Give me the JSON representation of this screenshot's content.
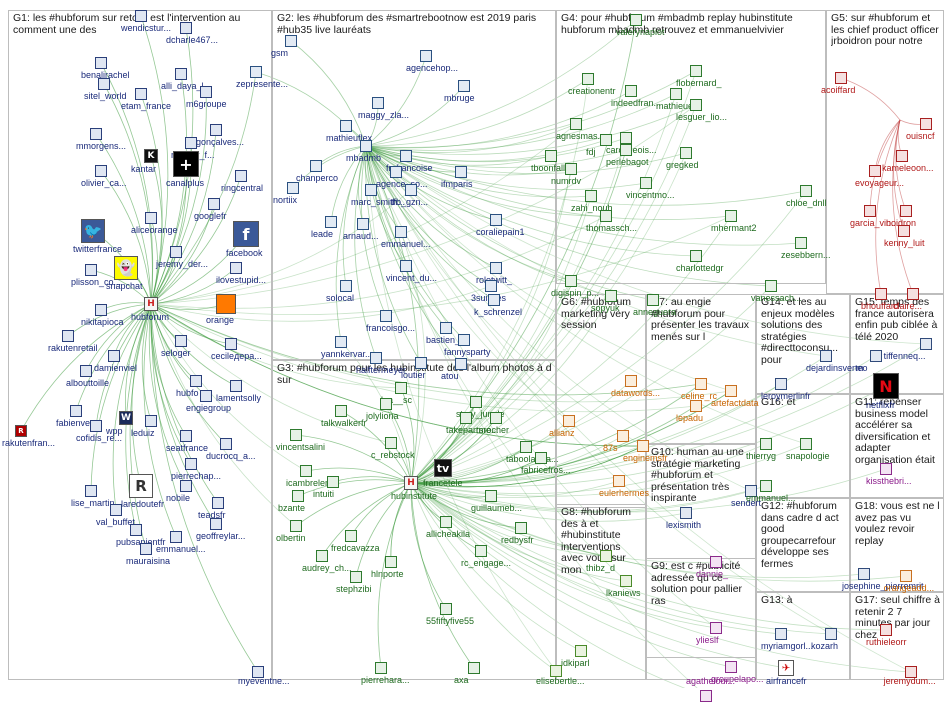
{
  "colors": {
    "edge": "#3e9b3e",
    "edge_red": "#c04040",
    "panel_border": "#bdbdbd",
    "label_navy": "#1a2a7a",
    "label_green": "#1f6b1f",
    "label_orange": "#c86400",
    "label_red": "#b01818",
    "label_purple": "#8a1a8a",
    "label_olive": "#9a8a20"
  },
  "groups": [
    {
      "id": "G1",
      "title": "G1: les #hubforum sur retour est l'intervention au comment une des"
    },
    {
      "id": "G2",
      "title": "G2: les #hubforum des #smartrebootnow est 2019 paris #hub35 live lauréats"
    },
    {
      "id": "G3",
      "title": "G3: #hubforum pour les hubinstitute des l'album photos à d sur"
    },
    {
      "id": "G4",
      "title": "G4: pour #hubforum #mbadmb replay hubinstitute hubforum mbadmb retrouvez et emmanuelvivier"
    },
    {
      "id": "G5",
      "title": "G5: sur #hubforum et les chief product officer jrboidron pour notre"
    },
    {
      "id": "G6",
      "title": "G6: #hubforum marketing very session"
    },
    {
      "id": "G7",
      "title": "G7: au engie #hubforum pour présenter les travaux menés sur l"
    },
    {
      "id": "G8",
      "title": "G8: #hubforum des à et #hubinstitute interventions avec vous sur mon"
    },
    {
      "id": "G9",
      "title": "G9: est c #publicité adressée qu ce solution pour pallier ras"
    },
    {
      "id": "G10",
      "title": "G10: human au une stratégie marketing #hubforum et présentation très inspirante"
    },
    {
      "id": "G11",
      "title": "G11: repenser business model accélérer sa diversification et adapter organisation était"
    },
    {
      "id": "G12",
      "title": "G12: #hubforum dans cadre d act good groupecarrefour développe ses fermes"
    },
    {
      "id": "G13",
      "title": "G13: à"
    },
    {
      "id": "G14",
      "title": "G14: et les au enjeux modèles solutions des stratégies #directtoconsu... pour"
    },
    {
      "id": "G15",
      "title": "G15: temps des france autorisera enfin pub ciblée à télé 2020"
    },
    {
      "id": "G16",
      "title": "G16: et"
    },
    {
      "id": "G17",
      "title": "G17: seul chiffre à retenir 2 7 minutes par jour chez"
    },
    {
      "id": "G18",
      "title": "G18: vous est ne l avez pas vu voulez revoir replay"
    }
  ],
  "nodes": {
    "G1": [
      "wendicstur...",
      "dcharle467...",
      "benalirachel",
      "alli_daya_l",
      "sitel_world",
      "etam_france",
      "m6groupe",
      "mmorgens...",
      "gonçalves...",
      "rombar_f...",
      "kantar",
      "canalplus",
      "olivier_ca...",
      "ringcentral",
      "googlefr",
      "aliceorange",
      "twitterfrance",
      "facebook",
      "jeremy_der...",
      "plisson_co...",
      "snapchat",
      "ilovestupid...",
      "nikitapioca",
      "hubforum",
      "orange",
      "rakutenretail",
      "cecileдepa...",
      "seloger",
      "damienviel",
      "albouttoille",
      "hubfo",
      "lamentsolly",
      "engiegroup",
      "fabienve...",
      "rakutenfran...",
      "cofidis_re...",
      "wpp",
      "leduiz",
      "seatfrance",
      "ducrocq_a...",
      "pierrechap...",
      "lise_martin",
      "laredoutefr",
      "nobile",
      "teadsfr",
      "val_buffet",
      "geoffreylar...",
      "pubsapientfr",
      "emmanuel...",
      "mauraisina",
      "myeventne..."
    ],
    "G2": [
      "gsm",
      "zepresente...",
      "agencehop...",
      "mbruge",
      "maggy_zla...",
      "mathieuflex",
      "mbadmb",
      "chanperco",
      "fmfrancoise",
      "agence_so...",
      "marc_smith...",
      "tfb_gzn...",
      "ifmparis",
      "nortiix",
      "leade",
      "arnaud...",
      "emmanuel...",
      "coraliepain1",
      "vincent_du...",
      "roletwitt_",
      "solocal",
      "3suisses",
      "k_schrenzel",
      "francoisgo...",
      "bastien_c",
      "fannysparty",
      "yannkervar...",
      "halftermeyer",
      "loutier",
      "atou"
    ],
    "G3": [
      "lea__sc",
      "jolyliona",
      "story_jungle",
      "talkwalkerfr",
      "takepartme...",
      "rsrocher",
      "vincentsalini",
      "c_rebstock",
      "taboola_fra...",
      "francetele",
      "icambreleng",
      "hubinstitute",
      "fabricefros...",
      "intuiti",
      "bzante",
      "guillaumeb...",
      "allicheakila",
      "olbertin",
      "redbysfr",
      "fredcavazza",
      "rc_engage...",
      "audrey_ch...",
      "hlnporte",
      "stephzibi",
      "55fiftyfive55",
      "pierrehara...",
      "axa"
    ],
    "G4": [
      "valerynapiot",
      "creationentr",
      "flobernard_",
      "indeedfran...",
      "mathieuel...",
      "agnesmas...",
      "lesguer_lio...",
      "fdj",
      "carolineois...",
      "tboonfalle...",
      "perlebagot",
      "gregked",
      "numrdv",
      "vincentmo...",
      "zahi_nouh",
      "thomassch...",
      "mhermant2",
      "charlottedgr",
      "digispin_p..."
    ],
    "G5": [
      "acoiffard",
      "ouisncf",
      "kameleoon...",
      "evoyageur...",
      "garcia_vin...",
      "boidron",
      "kenny_luit",
      "bhouffard",
      "claire..."
    ],
    "G6": [
      "datawords...",
      "allianz",
      "87s",
      "enginemsfr",
      "eulerhermes"
    ],
    "G7": [
      "celine_rc",
      "artefactdata",
      "lepadu"
    ],
    "G8": [
      "thibz_d",
      "lkaniews",
      "idkiparl",
      "elisebertle..."
    ],
    "G9": [
      "dannie_",
      "ylieslf",
      "groupelapo...",
      "agatheloui..."
    ],
    "G10": [
      "lexismith",
      "sendert"
    ],
    "G12": [
      "josephine_pierremrit"
    ],
    "G13": [
      "myriamgorl...",
      "kozarh",
      "airfrancefr"
    ],
    "G14": [
      "leroymerlinfr",
      "dejardinsverteo",
      "m"
    ],
    "G15": [
      "netflixfr",
      "tiffenneq..."
    ],
    "G16": [
      "thierryg",
      "snapologie",
      "emmanuel..."
    ],
    "G11": [
      "kissthebri..."
    ],
    "G18": [
      "orangeadd..."
    ],
    "G17": [
      "ruthieleorr",
      "jeremydum..."
    ],
    "G_misc": [
      "sopyuk",
      "anneguera",
      "vanessach...",
      "zesebbern...",
      "chloe_dnll"
    ]
  }
}
